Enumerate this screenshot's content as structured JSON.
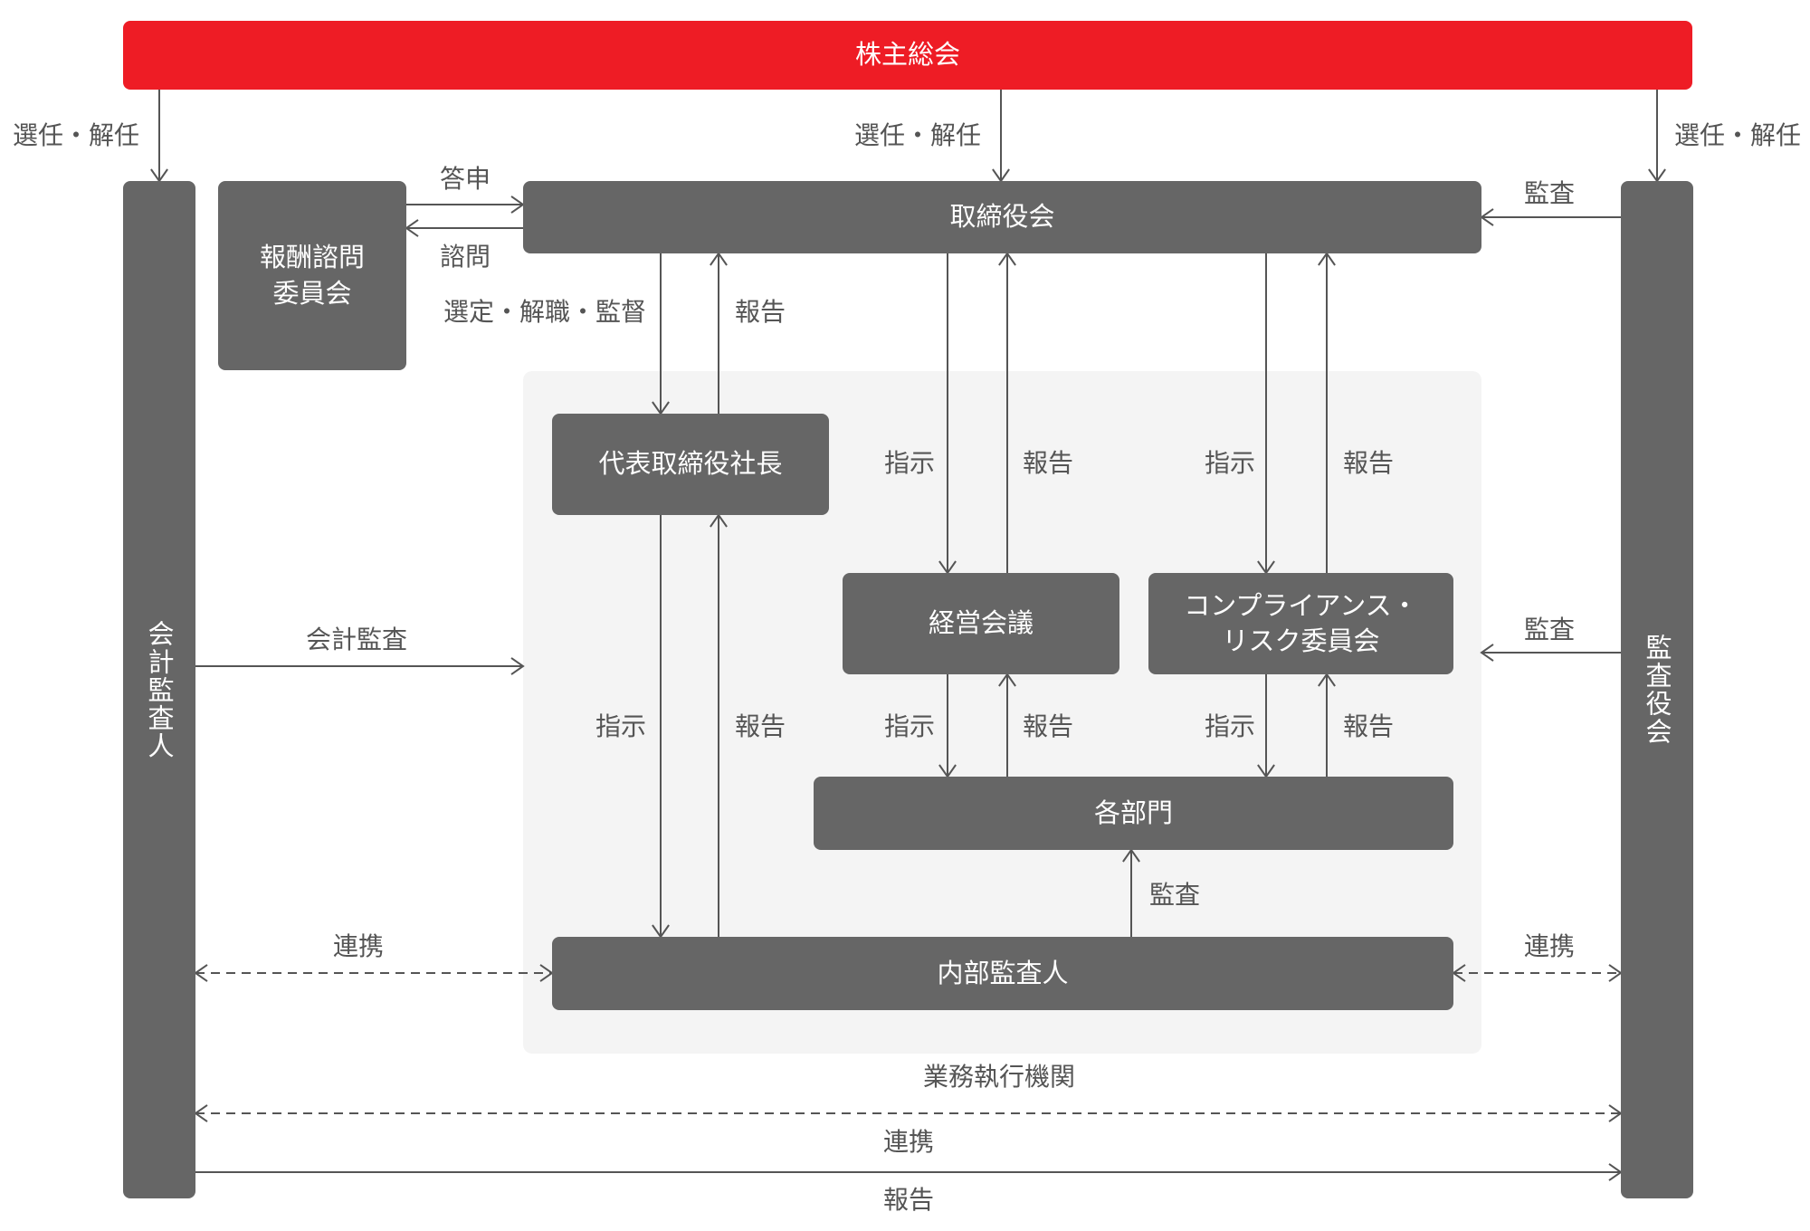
{
  "colors": {
    "shareholders_meeting": "#ee1c25",
    "box": "#666666",
    "area_bg": "#f4f4f4",
    "line": "#555555",
    "label_text": "#555555"
  },
  "boxes": {
    "shareholders_meeting": "株主総会",
    "board_of_directors": "取締役会",
    "compensation_committee": "報酬諮問\n委員会",
    "president": "代表取締役社長",
    "management_meeting": "経営会議",
    "compliance_committee": "コンプライアンス・\nリスク委員会",
    "departments": "各部門",
    "internal_auditor": "内部監査人",
    "accounting_auditor": "会計監査人",
    "audit_board": "監査役会"
  },
  "labels": {
    "appoint_dismiss_left": "選任・解任",
    "appoint_dismiss_center": "選任・解任",
    "appoint_dismiss_right": "選任・解任",
    "report_answer": "答申",
    "consult": "諮問",
    "audit_board_to_directors": "監査",
    "select_dismiss_supervise": "選定・解職・監督",
    "report_president_to_board": "報告",
    "instruct_board_to_mgmt": "指示",
    "report_mgmt_to_board": "報告",
    "instruct_board_to_compliance": "指示",
    "report_compliance_to_board": "報告",
    "accounting_audit": "会計監査",
    "audit_board_to_compliance": "監査",
    "instruct_president_to_internal": "指示",
    "report_internal_to_president": "報告",
    "instruct_mgmt_to_depts": "指示",
    "report_depts_to_mgmt": "報告",
    "instruct_compliance_to_depts": "指示",
    "report_depts_to_compliance": "報告",
    "internal_audit_depts": "監査",
    "cooperation_left": "連携",
    "cooperation_right": "連携",
    "execution_organization": "業務執行機関",
    "cooperation_bottom": "連携",
    "report_bottom": "報告"
  }
}
